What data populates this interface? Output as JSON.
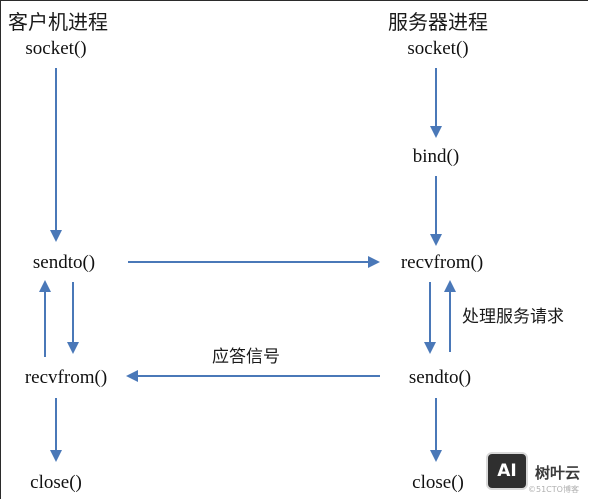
{
  "client": {
    "title": "客户机进程",
    "socket": "socket()",
    "sendto": "sendto()",
    "recvfrom": "recvfrom()",
    "close": "close()"
  },
  "server": {
    "title": "服务器进程",
    "socket": "socket()",
    "bind": "bind()",
    "recvfrom": "recvfrom()",
    "sendto": "sendto()",
    "close": "close()"
  },
  "labels": {
    "process_request": "处理服务请求",
    "reply_signal": "应答信号"
  },
  "watermark": {
    "badge": "AI",
    "brand": "树叶云",
    "small": "©51CTO博客"
  },
  "colors": {
    "arrow": "#4a78b8",
    "text": "#111111"
  }
}
